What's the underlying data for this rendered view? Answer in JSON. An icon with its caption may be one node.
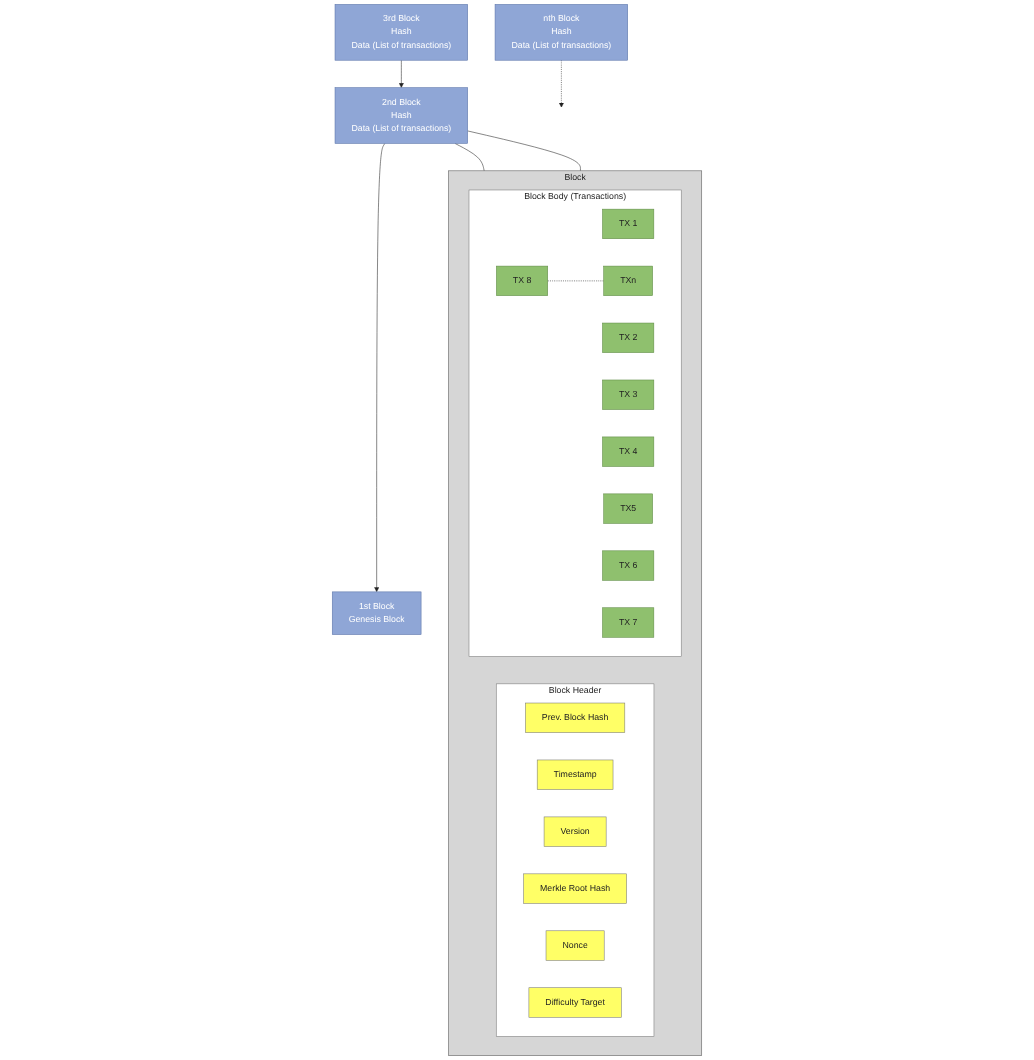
{
  "diagram": {
    "nodes": [
      {
        "text": [
          "1st Block",
          "Genesis Block"
        ]
      },
      {
        "text": [
          "2nd Block",
          "Hash",
          "Data (List of transactions)"
        ]
      },
      {
        "text": [
          "3rd Block",
          "Hash",
          "Data (List of transactions)"
        ]
      },
      {
        "text": [
          "nth Block",
          "Hash",
          "Data (List of transactions)"
        ]
      },
      {
        "text": [
          "Block"
        ]
      },
      {
        "text": [
          "Block Header"
        ],
        "in": 4
      },
      {
        "text": [
          "Prev. Block Hash"
        ],
        "in": 5
      },
      {
        "text": [
          "Timestamp"
        ],
        "in": 5
      },
      {
        "text": [
          "Version"
        ],
        "in": 5
      },
      {
        "text": [
          "Merkle Root Hash"
        ],
        "in": 5
      },
      {
        "text": [
          "Nonce"
        ],
        "in": 5
      },
      {
        "text": [
          "Difficulty Target"
        ],
        "in": 5
      },
      {
        "text": [
          "Block Body (Transactions)"
        ],
        "in": 4
      },
      {
        "text": [
          "TX 1"
        ],
        "in": 12
      },
      {
        "text": [
          "TX 2"
        ],
        "in": 12
      },
      {
        "text": [
          "TX 3"
        ],
        "in": 12
      },
      {
        "text": [
          "TX 4"
        ],
        "in": 12
      },
      {
        "text": [
          "TX5"
        ],
        "in": 12
      },
      {
        "text": [
          "TX 6"
        ],
        "in": 12
      },
      {
        "text": [
          "TX 7"
        ],
        "in": 12
      },
      {
        "text": [
          "TX 8"
        ],
        "in": 12
      },
      {
        "text": [
          "TXn"
        ],
        "in": 12
      }
    ],
    "edges": [
      {
        "from": 1,
        "to": 0,
        "arrow": "to"
      },
      {
        "from": 2,
        "to": 1,
        "arrow": "to"
      },
      {
        "from": 3,
        "to": null,
        "arrow": "to",
        "style": "dashed"
      },
      {
        "from": 1,
        "to": 4,
        "arrow": "none"
      },
      {
        "from": 1,
        "to": 4,
        "arrow": "none"
      },
      {
        "from": 20,
        "to": 21,
        "arrow": "none",
        "style": "dashed"
      }
    ]
  }
}
